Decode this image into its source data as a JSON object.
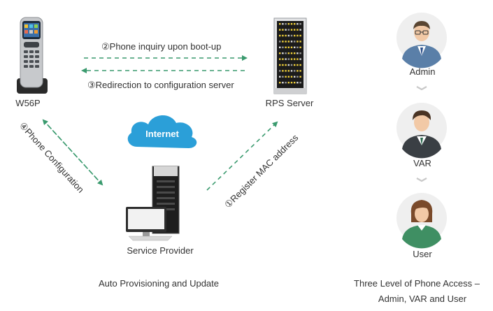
{
  "devices": {
    "phone": "W56P",
    "rps": "RPS Server",
    "provider": "Service Provider",
    "internet": "Internet"
  },
  "steps": {
    "step2": "②Phone inquiry upon boot-up",
    "step3": "③Redirection to configuration server",
    "step1": "①Register MAC address",
    "step4": "④Phone Configuration"
  },
  "roles": [
    "Admin",
    "VAR",
    "User"
  ],
  "captions": {
    "left": "Auto Provisioning and Update",
    "right_line1": "Three Level of Phone Access –",
    "right_line2": "Admin, VAR and User"
  },
  "colors": {
    "arrow": "#3a9a6e",
    "cloud": "#2b9fd8",
    "avatar_bg": "#efefef",
    "chevron": "#c8c8c8"
  }
}
